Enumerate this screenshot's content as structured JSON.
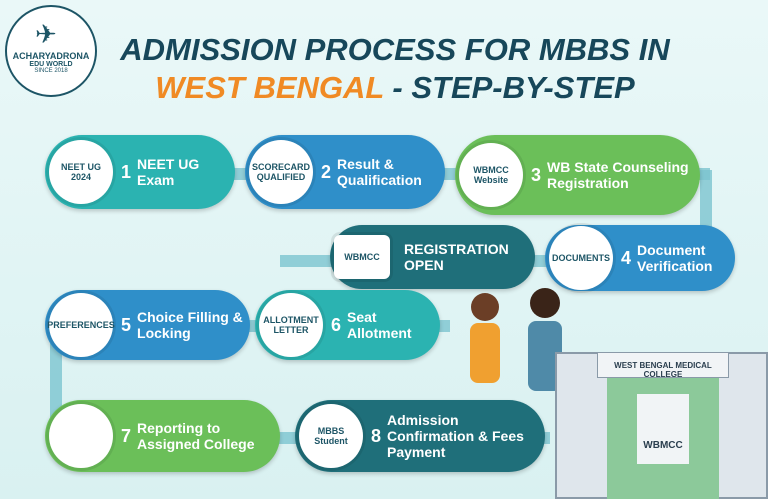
{
  "logo": {
    "name": "ACHARYADRONA",
    "sub": "EDU WORLD",
    "since": "SINCE 2018"
  },
  "title": {
    "line1": "ADMISSION PROCESS FOR MBBS IN",
    "line2_highlight": "WEST BENGAL",
    "line2_rest": " - STEP-BY-STEP"
  },
  "steps": [
    {
      "num": "1",
      "label": "NEET UG Exam",
      "icon_text": "NEET UG 2024",
      "icon": "exam-sheet-icon",
      "color": "#2bb3b1"
    },
    {
      "num": "2",
      "label": "Result & Qualification",
      "icon_text": "SCORECARD QUALIFIED",
      "icon": "scorecard-icon",
      "color": "#2f8fc9"
    },
    {
      "num": "3",
      "label": "WB State Counseling Registration",
      "icon_text": "WBMCC Website",
      "icon": "laptop-icon",
      "color": "#6bbf59"
    },
    {
      "num": "",
      "label": "REGISTRATION OPEN",
      "icon_text": "WBMCC",
      "icon": "registration-screen-icon",
      "color": "#1f6f7a"
    },
    {
      "num": "4",
      "label": "Document Verification",
      "icon_text": "DOCUMENTS",
      "icon": "documents-icon",
      "color": "#2f8fc9"
    },
    {
      "num": "5",
      "label": "Choice Filling & Locking",
      "icon_text": "PREFERENCES",
      "icon": "lock-icon",
      "color": "#2f8fc9"
    },
    {
      "num": "6",
      "label": "Seat Allotment",
      "icon_text": "ALLOTMENT LETTER",
      "icon": "letter-icon",
      "color": "#2bb3b1"
    },
    {
      "num": "7",
      "label": "Reporting to Assigned College",
      "icon_text": "",
      "icon": "college-icon",
      "color": "#6bbf59"
    },
    {
      "num": "8",
      "label": "Admission Confirmation & Fees Payment",
      "icon_text": "MBBS Student",
      "icon": "id-card-icon",
      "color": "#1f6f7a"
    }
  ],
  "building": {
    "sign": "WEST BENGAL MEDICAL COLLEGE",
    "emblem": "WBMCC"
  }
}
